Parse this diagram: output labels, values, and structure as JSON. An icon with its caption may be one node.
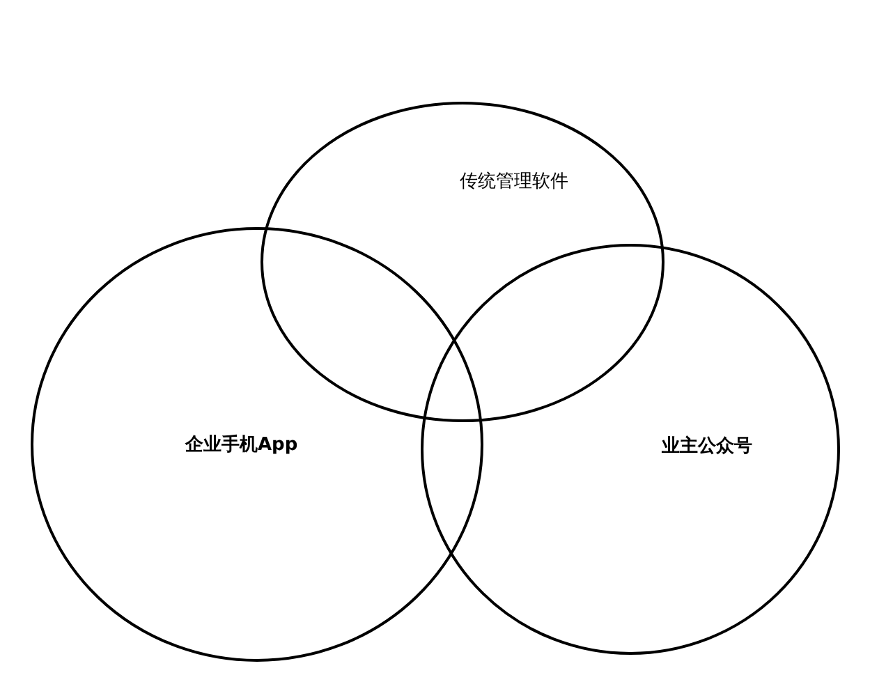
{
  "diagram": {
    "nodes": [
      {
        "text": [
          "传统管理软件"
        ]
      },
      {
        "text": [
          "企业手机App"
        ]
      },
      {
        "text": [
          "业主公众号"
        ]
      }
    ]
  }
}
